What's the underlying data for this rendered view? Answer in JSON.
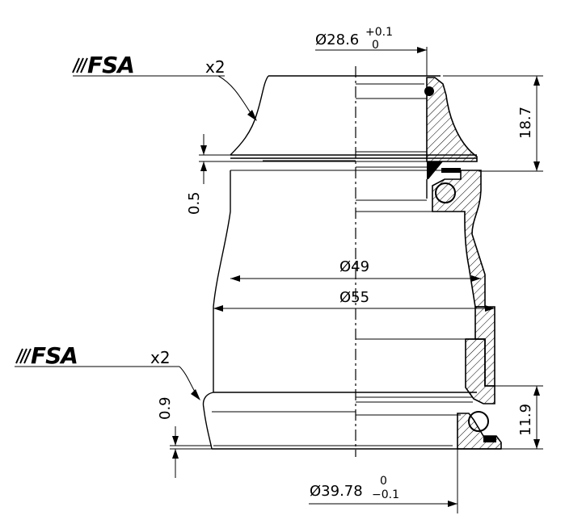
{
  "logos": [
    {
      "brand": "FSA",
      "qty": "x2"
    },
    {
      "brand": "FSA",
      "qty": "x2"
    }
  ],
  "dimensions": {
    "top_bore": {
      "value": "Ø28.6",
      "tol_upper": "+0.1",
      "tol_lower": "0"
    },
    "top_height": "18.7",
    "gap": "0.5",
    "d49": "Ø49",
    "d55": "Ø55",
    "crown_step": "0.9",
    "bottom_height": "11.9",
    "crown_race": {
      "value": "Ø39.78",
      "tol_upper": "0",
      "tol_lower": "−0.1"
    }
  }
}
